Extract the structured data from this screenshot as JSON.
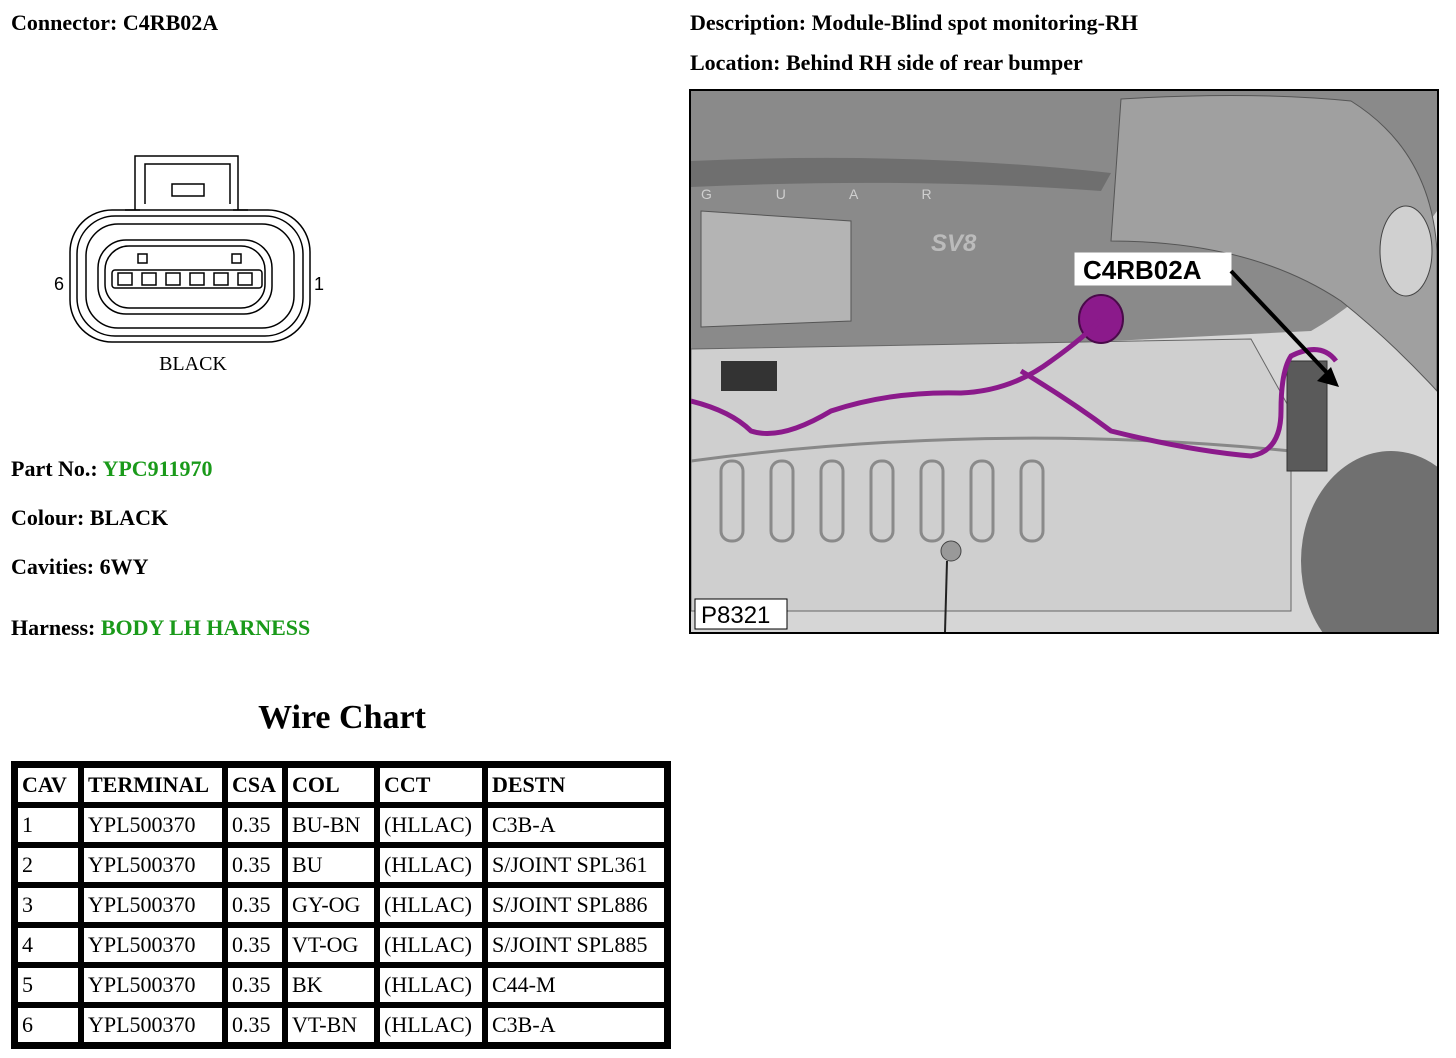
{
  "connector": {
    "label": "Connector:",
    "value": "C4RB02A"
  },
  "description": {
    "label": "Description:",
    "value": "Module-Blind spot monitoring-RH"
  },
  "location": {
    "label": "Location:",
    "value": "Behind RH side of rear bumper"
  },
  "diagram": {
    "pin_left": "6",
    "pin_right": "1",
    "color_label": "BLACK"
  },
  "photo": {
    "callout": "C4RB02A",
    "ref": "P8321",
    "badge": "SV8",
    "brand": "G U A R"
  },
  "part_no": {
    "label": "Part No.:",
    "value": "YPC911970"
  },
  "colour": {
    "label": "Colour:",
    "value": "BLACK"
  },
  "cavities": {
    "label": "Cavities:",
    "value": "6WY"
  },
  "harness": {
    "label": "Harness:",
    "value": "BODY LH HARNESS"
  },
  "colors": {
    "link_green": "#1a9a1a",
    "wire_purple": "#8b1a8b"
  },
  "wire_chart": {
    "title": "Wire Chart",
    "headers": [
      "CAV",
      "TERMINAL",
      "CSA",
      "COL",
      "CCT",
      "DESTN"
    ],
    "rows": [
      [
        "1",
        "YPL500370",
        "0.35",
        "BU-BN",
        "(HLLAC)",
        "C3B-A"
      ],
      [
        "2",
        "YPL500370",
        "0.35",
        "BU",
        "(HLLAC)",
        "S/JOINT SPL361"
      ],
      [
        "3",
        "YPL500370",
        "0.35",
        "GY-OG",
        "(HLLAC)",
        "S/JOINT SPL886"
      ],
      [
        "4",
        "YPL500370",
        "0.35",
        "VT-OG",
        "(HLLAC)",
        "S/JOINT SPL885"
      ],
      [
        "5",
        "YPL500370",
        "0.35",
        "BK",
        "(HLLAC)",
        "C44-M"
      ],
      [
        "6",
        "YPL500370",
        "0.35",
        "VT-BN",
        "(HLLAC)",
        "C3B-A"
      ]
    ]
  }
}
